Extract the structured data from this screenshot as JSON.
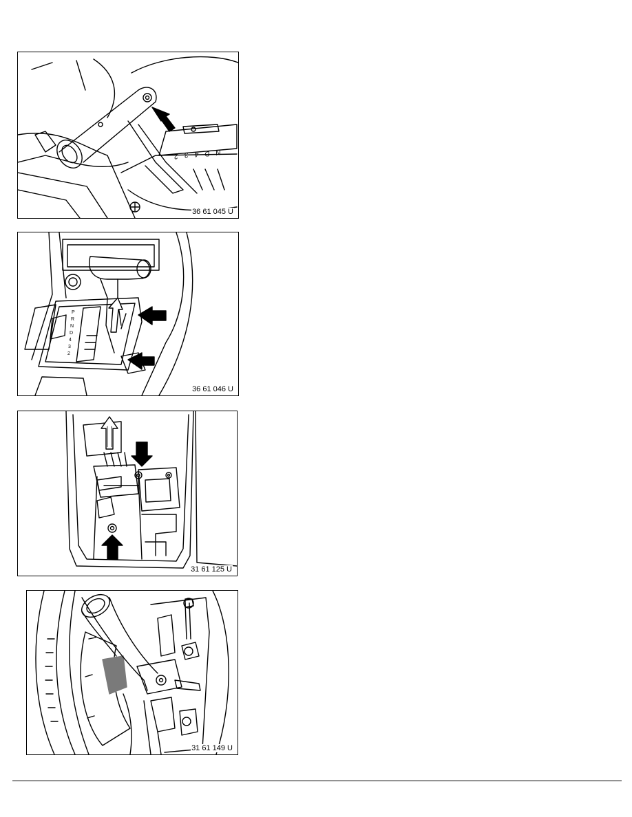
{
  "figures": [
    {
      "caption": "36 61 045 U",
      "description_icon": "shift-lever-knob-illustration"
    },
    {
      "caption": "36 61 046 U",
      "description_icon": "gear-selector-trim-illustration"
    },
    {
      "caption": "31 61 125 U",
      "description_icon": "shift-gate-mechanism-illustration"
    },
    {
      "caption": "31 61 149 U",
      "description_icon": "shift-cable-linkage-illustration"
    }
  ],
  "gear_letters": [
    "N",
    "D",
    "4",
    "3",
    "2"
  ],
  "selector_letters": [
    "P",
    "R",
    "N",
    "D",
    "4",
    "3",
    "2"
  ]
}
